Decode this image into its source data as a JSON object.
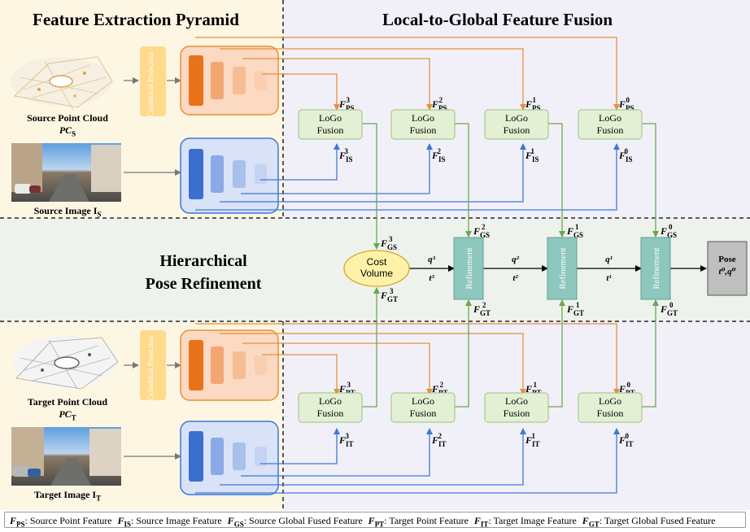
{
  "sections": {
    "extraction_title": "Feature Extraction Pyramid",
    "fusion_title": "Local-to-Global Feature Fusion",
    "refinement_title_line1": "Hierarchical",
    "refinement_title_line2": "Pose Refinement"
  },
  "inputs": {
    "source_cloud_line1": "Source Point Cloud",
    "source_cloud_line2": "PC",
    "source_cloud_sub": "S",
    "source_image": "Source Image I",
    "source_image_sub": "S",
    "target_cloud_line1": "Target Point Cloud",
    "target_cloud_line2": "PC",
    "target_cloud_sub": "T",
    "target_image": "Target Image I",
    "target_image_sub": "T"
  },
  "modules": {
    "projection": "Cylindrical Projection",
    "logo_line1": "LoGo",
    "logo_line2": "Fusion",
    "cost_line1": "Cost",
    "cost_line2": "Volume",
    "refinement": "Refinement",
    "pose_title": "Pose",
    "pose_values": "t⁰,q⁰"
  },
  "features": {
    "F": "F",
    "PS": "PS",
    "IS": "IS",
    "GS": "GS",
    "PT": "PT",
    "IT": "IT",
    "GT": "GT",
    "levels": [
      "3",
      "2",
      "1",
      "0"
    ],
    "pose_q": [
      "q³",
      "q²",
      "q¹"
    ],
    "pose_t": [
      "t³",
      "t²",
      "t¹"
    ]
  },
  "legend": [
    {
      "sym": "F",
      "sub": "PS",
      "text": ": Source Point Feature"
    },
    {
      "sym": "F",
      "sub": "IS",
      "text": ": Source Image Feature"
    },
    {
      "sym": "F",
      "sub": "GS",
      "text": ": Source Global Fused Feature"
    },
    {
      "sym": "F",
      "sub": "PT",
      "text": ": Target Point Feature"
    },
    {
      "sym": "F",
      "sub": "IT",
      "text": ": Target Image Feature"
    },
    {
      "sym": "F",
      "sub": "GT",
      "text": ": Target Global Fused Feature"
    }
  ],
  "colors": {
    "extraction_bg": "#fdf6e3",
    "fusion_bg": "#f1f0f8",
    "refine_bg": "#eef2ec",
    "point_arrow": "#e69138",
    "image_arrow": "#3c78d8",
    "fused_arrow": "#6aa84f",
    "logo_fill": "#e3f0d3",
    "refine_fill": "#8ec7be",
    "cost_fill": "#fff2a8",
    "pose_fill": "#bfbfbf",
    "projection_fill": "#ffd98c"
  }
}
